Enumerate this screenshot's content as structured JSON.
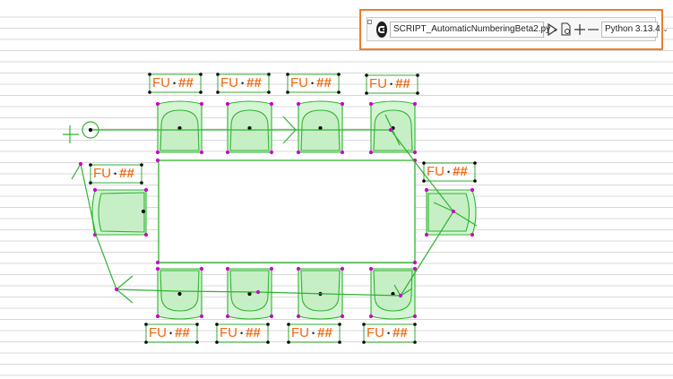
{
  "toolbar": {
    "script_name": "SCRIPT_AutomaticNumberingBeta2.py",
    "python_version": "Python 3.13.4",
    "icons": [
      "grip-icon",
      "python-logo-icon",
      "chevron-down-icon",
      "run-icon",
      "script-settings-icon",
      "add-icon",
      "remove-icon",
      "chevron-down-icon"
    ]
  },
  "drawing": {
    "tag_prefix": "FU",
    "tag_placeholder": "##",
    "tag_separator": "•",
    "colors": {
      "furniture_fill": "#d4f5d4",
      "furniture_stroke": "#2fb32f",
      "tag_text": "#ee6a12",
      "grip_point": "#cc00cc",
      "highlight_border": "#ef7d2d",
      "grid_line": "#d8d8d8"
    }
  }
}
